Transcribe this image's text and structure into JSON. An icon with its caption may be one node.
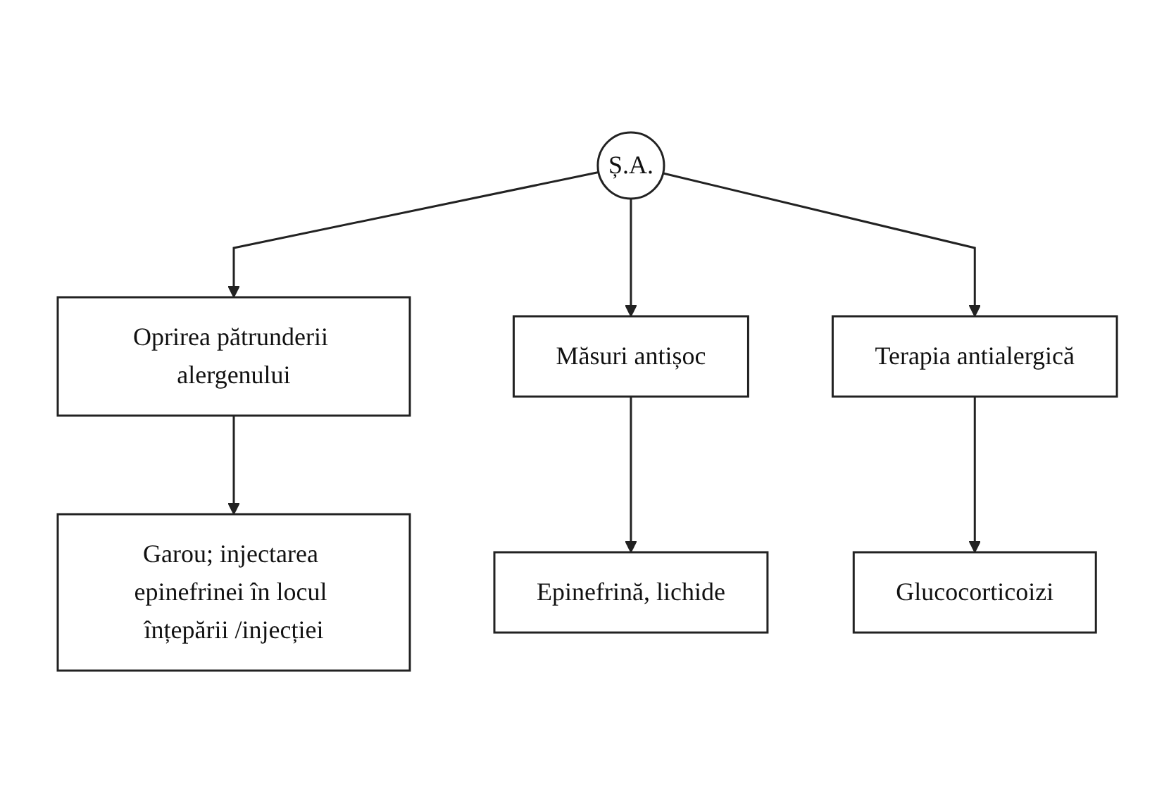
{
  "diagram": {
    "nodes": [
      {
        "text": [
          "Ș.A."
        ]
      },
      {
        "text": [
          "Oprirea pătrunderii alergenului"
        ]
      },
      {
        "text": [
          "Măsuri antișoc"
        ]
      },
      {
        "text": [
          "Terapia antialergică"
        ]
      },
      {
        "text": [
          "Garou; injectarea epinefrinei în locul înțepării /injecției"
        ]
      },
      {
        "text": [
          "Epinefrină, lichide"
        ]
      },
      {
        "text": [
          "Glucocorticoizi"
        ]
      }
    ],
    "edges": [
      {
        "from": 0,
        "to": 1,
        "arrow": "to"
      },
      {
        "from": 0,
        "to": 2,
        "arrow": "to"
      },
      {
        "from": 0,
        "to": 3,
        "arrow": "to"
      },
      {
        "from": 1,
        "to": 4,
        "arrow": "to"
      },
      {
        "from": 2,
        "to": 5,
        "arrow": "to"
      },
      {
        "from": 3,
        "to": 6,
        "arrow": "to"
      }
    ]
  }
}
